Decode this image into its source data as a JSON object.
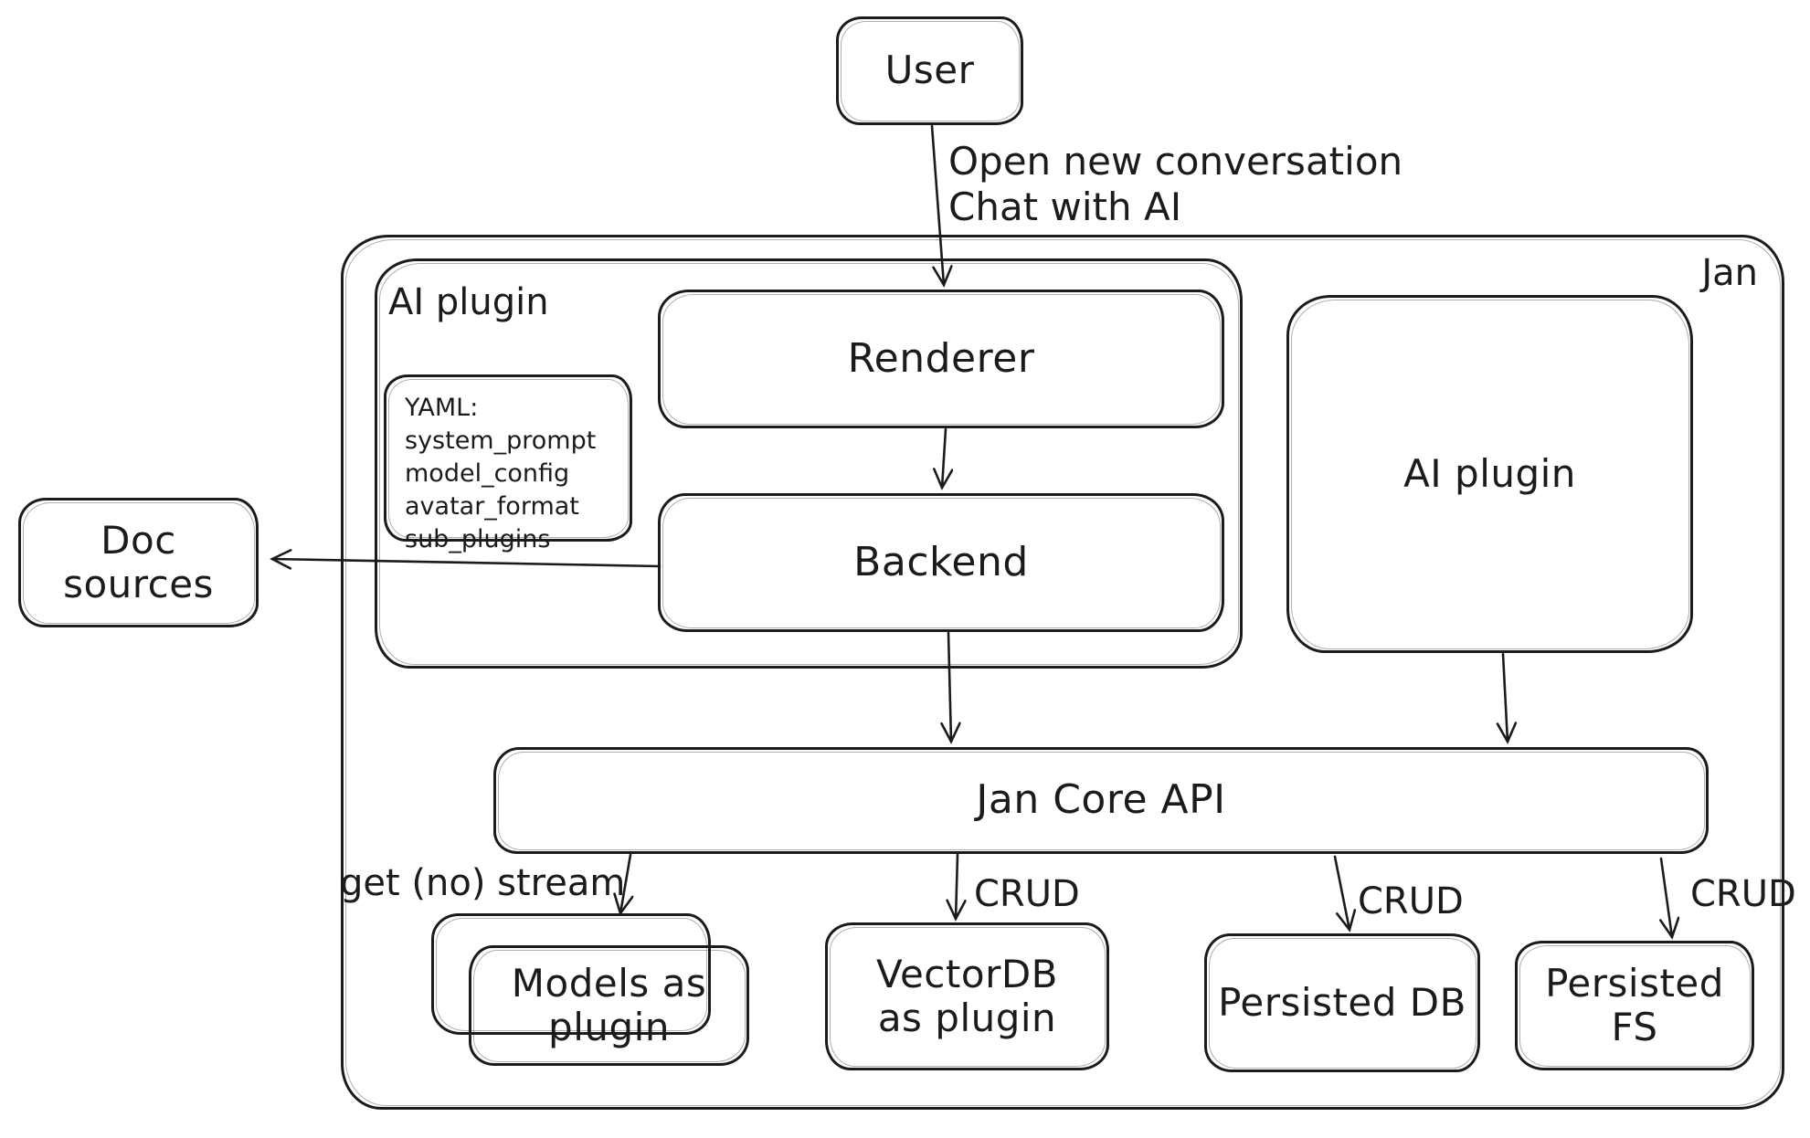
{
  "diagram": {
    "background": "#ffffff",
    "stroke_color": "#1b1b1b",
    "containers": {
      "jan": {
        "label": "Jan"
      },
      "ai_plugin_group": {
        "label": "AI plugin"
      }
    },
    "nodes": {
      "user": {
        "label": "User"
      },
      "renderer": {
        "label": "Renderer"
      },
      "backend": {
        "label": "Backend"
      },
      "yaml_note": {
        "title": "YAML:",
        "lines": [
          "system_prompt",
          "model_config",
          "avatar_format",
          "sub_plugins"
        ]
      },
      "doc_sources": {
        "label": "Doc sources"
      },
      "ai_plugin_box": {
        "label": "AI plugin"
      },
      "jan_core_api": {
        "label": "Jan Core API"
      },
      "models_plugin": {
        "label": "Models as plugin"
      },
      "vectordb_plugin": {
        "label": "VectorDB as plugin"
      },
      "persisted_db": {
        "label": "Persisted DB"
      },
      "persisted_fs": {
        "label": "Persisted FS"
      }
    },
    "edge_labels": {
      "user_to_renderer_line1": "Open new conversation",
      "user_to_renderer_line2": "Chat with AI",
      "api_to_models": "get (no) stream",
      "api_to_vectordb": "CRUD",
      "api_to_persisted_db": "CRUD",
      "api_to_persisted_fs": "CRUD"
    }
  }
}
